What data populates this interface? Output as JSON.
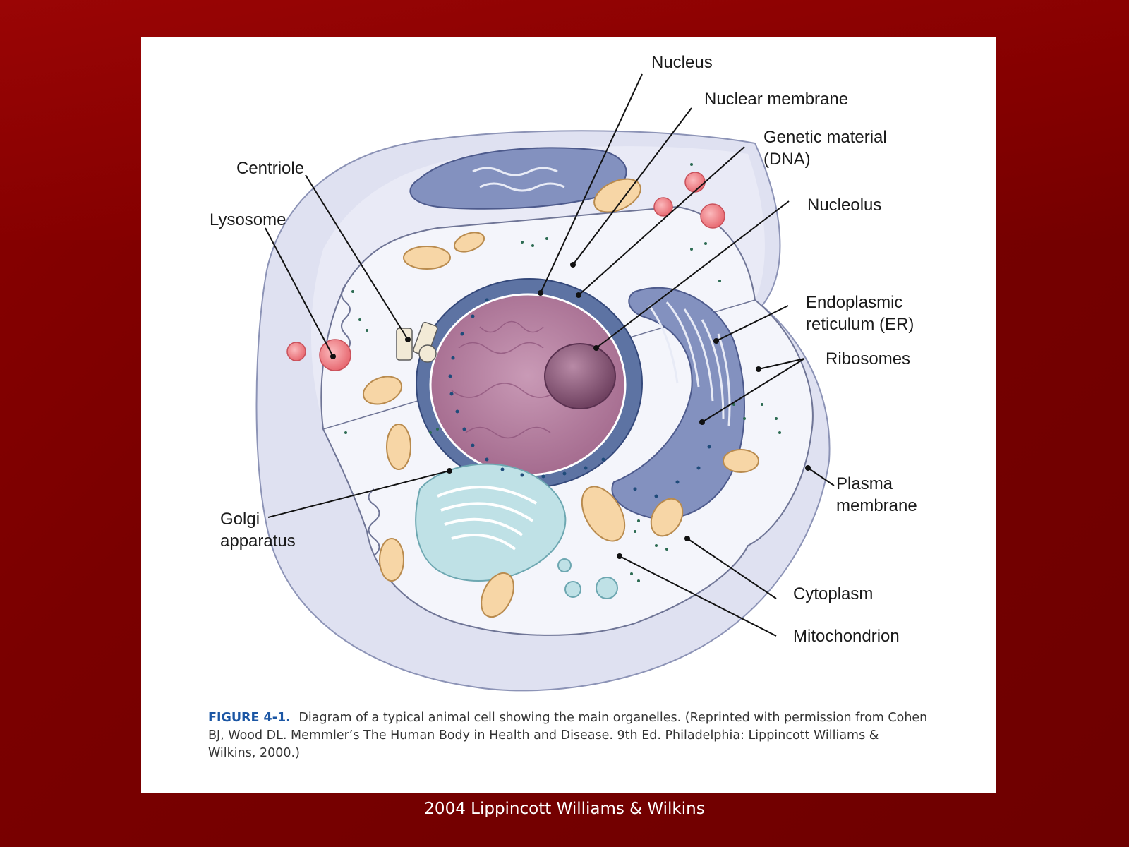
{
  "labels": {
    "nucleus": "Nucleus",
    "nuclear_membrane": "Nuclear membrane",
    "genetic_material": "Genetic material\n(DNA)",
    "nucleolus": "Nucleolus",
    "centriole": "Centriole",
    "lysosome": "Lysosome",
    "endoplasmic_reticulum": "Endoplasmic\nreticulum (ER)",
    "ribosomes": "Ribosomes",
    "plasma_membrane": "Plasma\nmembrane",
    "golgi_apparatus": "Golgi\napparatus",
    "cytoplasm": "Cytoplasm",
    "mitochondrion": "Mitochondrion"
  },
  "caption": {
    "figure_label": "FIGURE 4-1.",
    "text": "Diagram of a typical animal cell showing the main organelles. (Reprinted with permission from Cohen BJ, Wood DL. Memmler’s The Human Body in Health and Disease. 9th Ed. Philadelphia: Lippincott Williams & Wilkins, 2000.)"
  },
  "footer": "2004 Lippincott Williams & Wilkins",
  "colors": {
    "background": "#7a0000",
    "panel": "#ffffff",
    "cell_body": "#dfe1f1",
    "cytoplasm": "#f4f5fb",
    "nucleus": "#b77fa0",
    "nucleolus": "#8d5c7c",
    "er": "#8391bf",
    "golgi": "#bfe1e6",
    "mitochondria": "#f7d6a6",
    "lysosome": "#ee8a8f",
    "caption_label": "#1b56a4",
    "footer_text": "#ffffff"
  }
}
